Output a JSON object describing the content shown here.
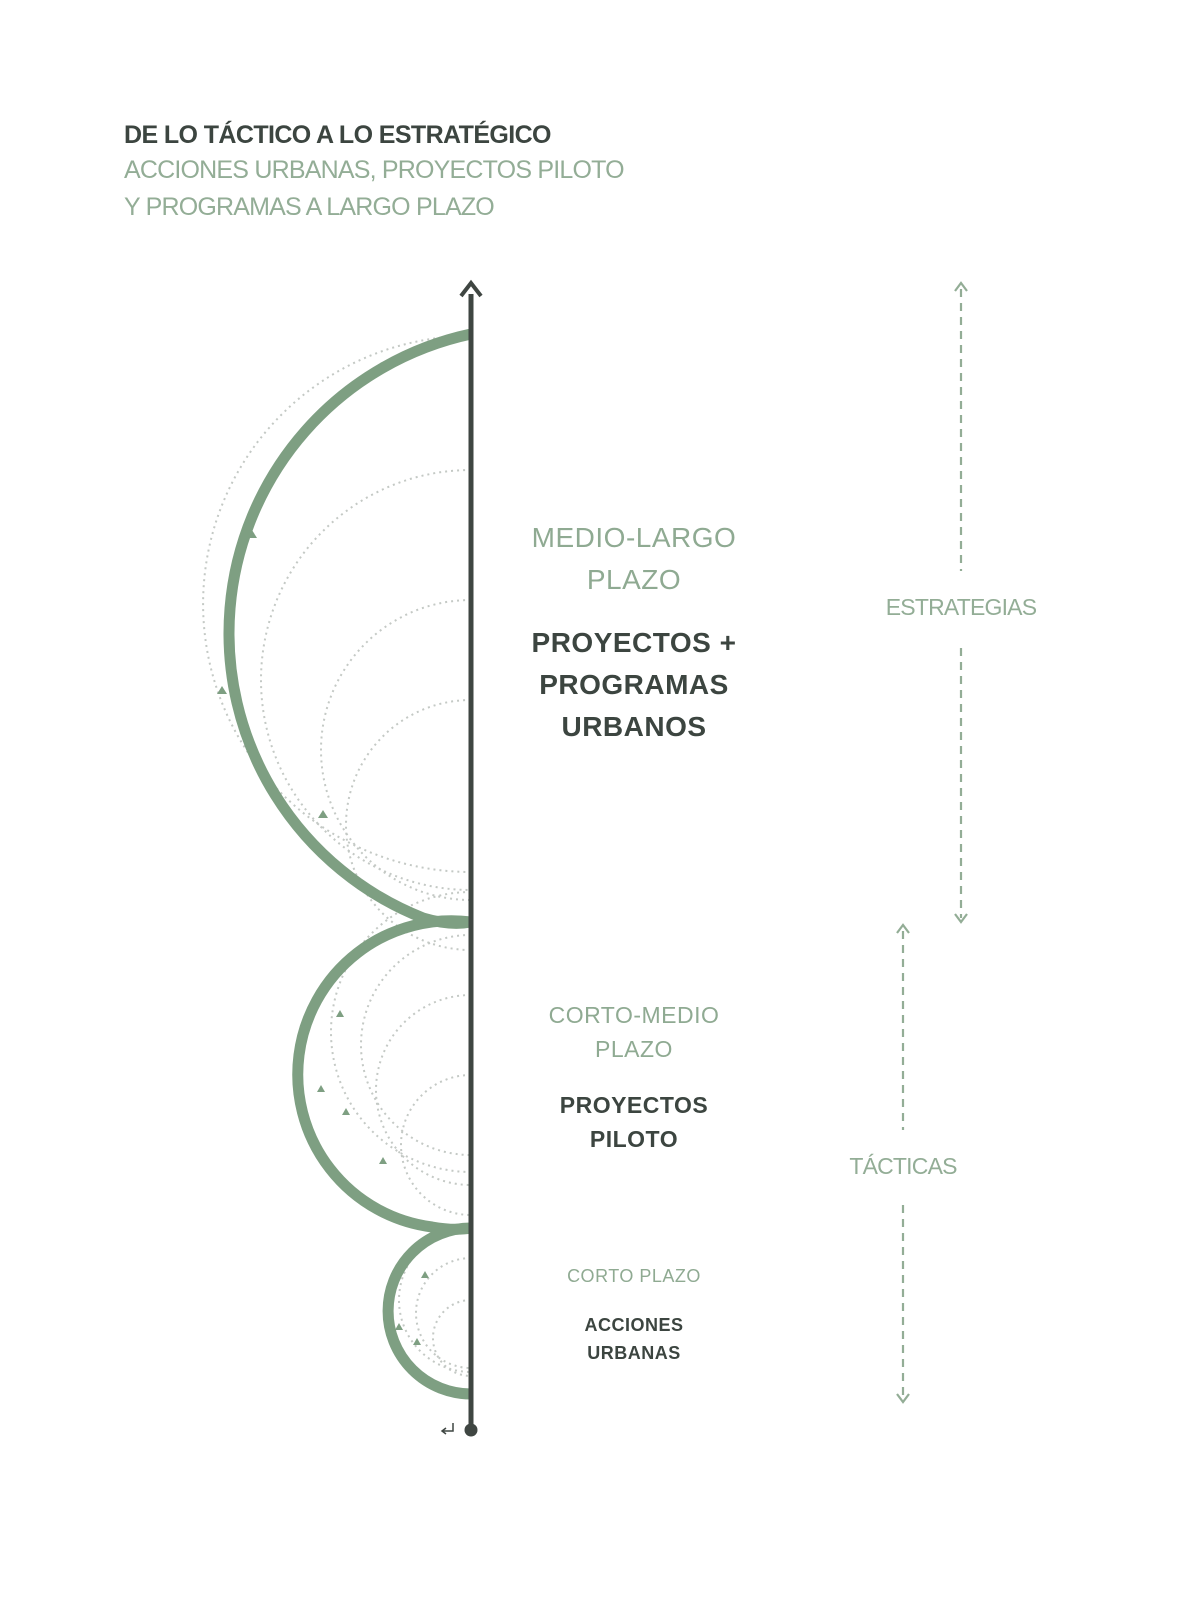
{
  "header": {
    "title": "DE LO TÁCTICO A LO ESTRATÉGICO",
    "subtitle_line1": "ACCIONES URBANAS, PROYECTOS PILOTO",
    "subtitle_line2": "Y PROGRAMAS A LARGO PLAZO"
  },
  "stages": {
    "long": {
      "period_line1": "MEDIO-LARGO",
      "period_line2": "PLAZO",
      "label_line1": "PROYECTOS +",
      "label_line2": "PROGRAMAS",
      "label_line3": "URBANOS"
    },
    "medium": {
      "period_line1": "CORTO-MEDIO",
      "period_line2": "PLAZO",
      "label_line1": "PROYECTOS",
      "label_line2": "PILOTO"
    },
    "short": {
      "period_line1": "CORTO PLAZO",
      "label_line1": "ACCIONES",
      "label_line2": "URBANAS"
    }
  },
  "side": {
    "strategies": "ESTRATEGIAS",
    "tactics": "TÁCTICAS"
  },
  "colors": {
    "accent_green": "#7e9f82",
    "light_green": "#93ad96",
    "dark": "#3c4540",
    "dotted": "#c4c9c5"
  }
}
